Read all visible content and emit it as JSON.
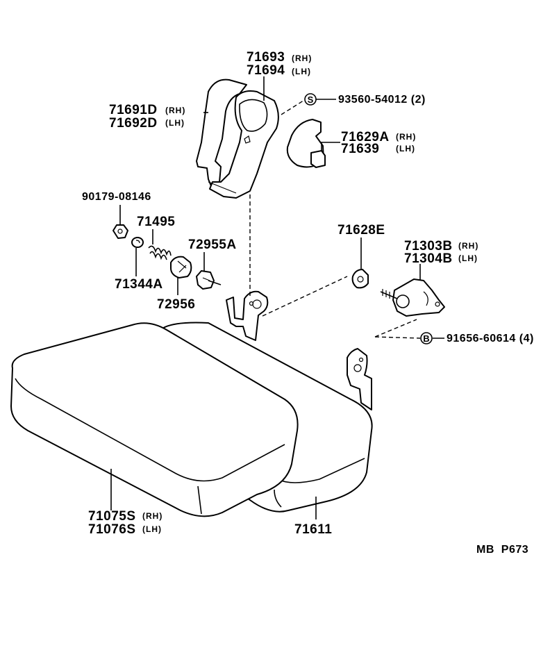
{
  "parts": {
    "p71693": {
      "number": "71693",
      "side": "(RH)"
    },
    "p71694": {
      "number": "71694",
      "side": "(LH)"
    },
    "p71691d": {
      "number": "71691D",
      "side": "(RH)"
    },
    "p71692d": {
      "number": "71692D",
      "side": "(LH)"
    },
    "p93560": {
      "symbol": "S",
      "number": "93560-54012 (2)"
    },
    "p71629a": {
      "number": "71629A",
      "side": "(RH)"
    },
    "p71639": {
      "number": "71639",
      "side": "(LH)"
    },
    "p90179": {
      "number": "90179-08146"
    },
    "p71495": {
      "number": "71495"
    },
    "p72955a": {
      "number": "72955A"
    },
    "p71344a": {
      "number": "71344A"
    },
    "p72956": {
      "number": "72956"
    },
    "p71628e": {
      "number": "71628E"
    },
    "p71303b": {
      "number": "71303B",
      "side": "(RH)"
    },
    "p71304b": {
      "number": "71304B",
      "side": "(LH)"
    },
    "p91656": {
      "symbol": "B",
      "number": "91656-60614 (4)"
    },
    "p71075s": {
      "number": "71075S",
      "side": "(RH)"
    },
    "p71076s": {
      "number": "71076S",
      "side": "(LH)"
    },
    "p71611": {
      "number": "71611"
    }
  },
  "footer": {
    "code": "MB  P673"
  }
}
